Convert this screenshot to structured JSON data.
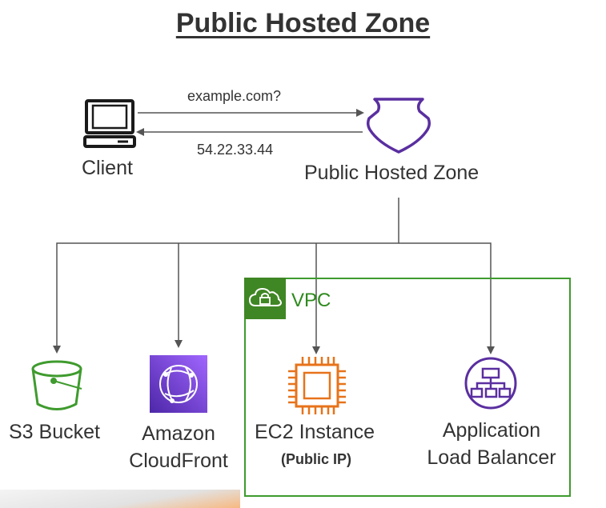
{
  "title": "Public Hosted Zone",
  "query_label": "example.com?",
  "answer_label": "54.22.33.44",
  "nodes": {
    "client": "Client",
    "hosted_zone": "Public Hosted Zone",
    "s3": "S3 Bucket",
    "cloudfront_line1": "Amazon",
    "cloudfront_line2": "CloudFront",
    "ec2": "EC2 Instance",
    "ec2_note": "(Public IP)",
    "alb_line1": "Application",
    "alb_line2": "Load Balancer"
  },
  "vpc_label": "VPC",
  "colors": {
    "route53_purple": "#5a2fa0",
    "s3_green": "#3f9b2e",
    "cloudfront_purple": "#8c4fff",
    "ec2_orange": "#e7731a",
    "alb_purple": "#5a2fa0",
    "vpc_green": "#3f8624",
    "arrow": "#555555"
  }
}
